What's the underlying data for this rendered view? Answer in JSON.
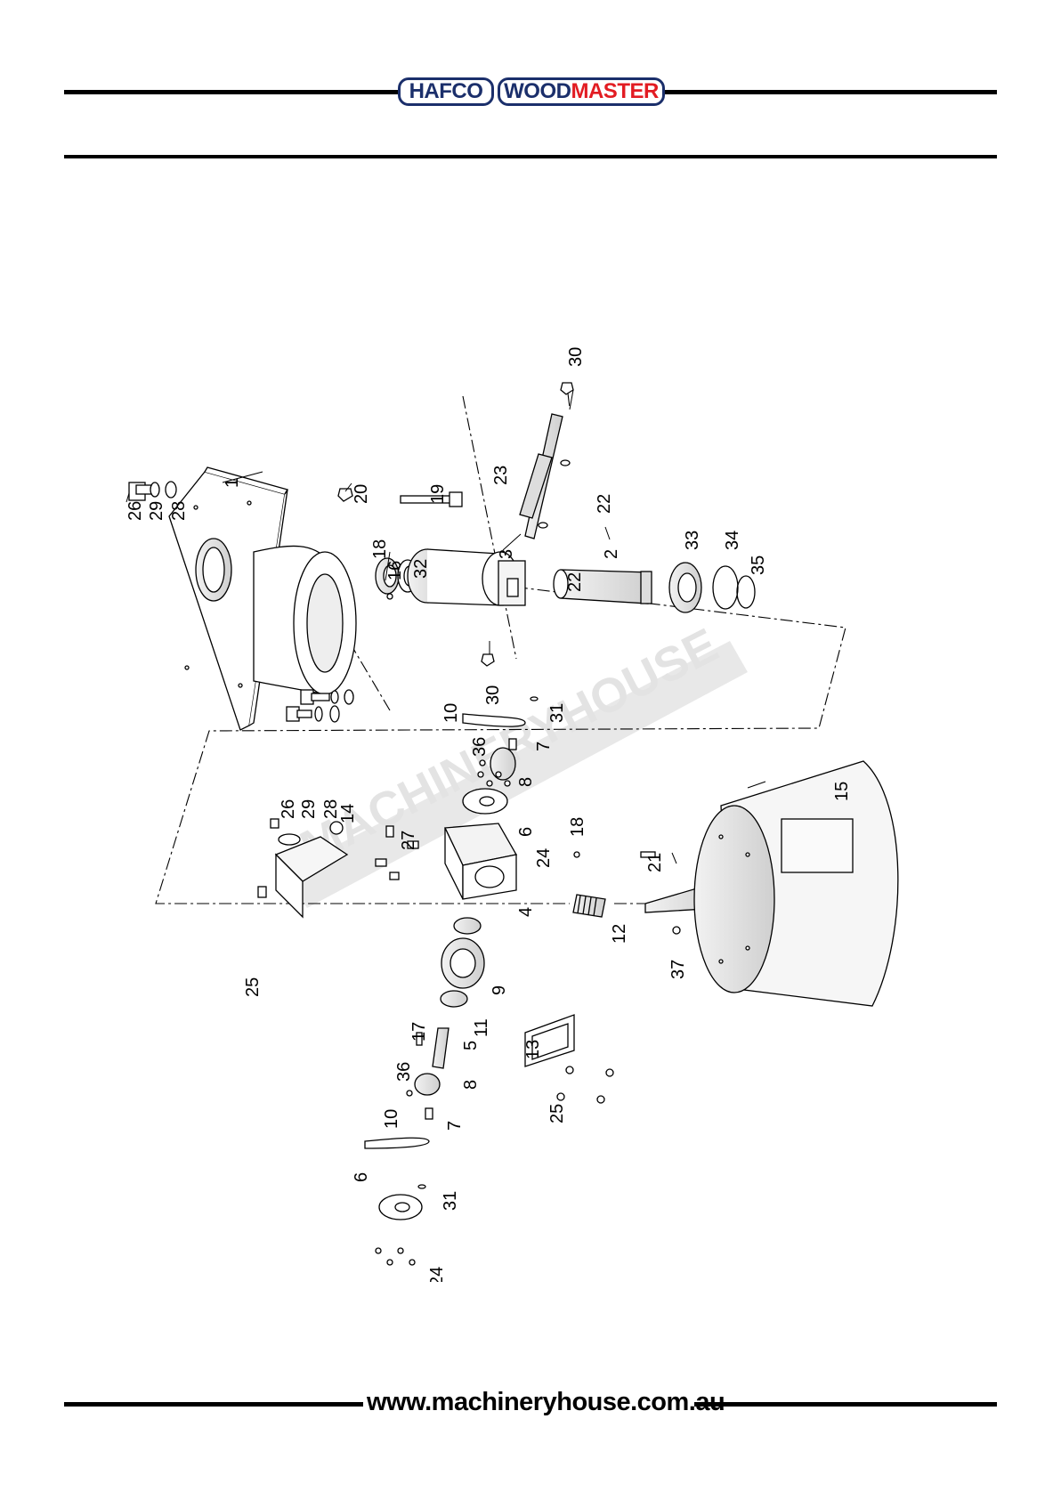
{
  "header": {
    "logo_left": "HAFCO",
    "logo_right_part1": "WOOD",
    "logo_right_part2": "MASTER"
  },
  "diagram": {
    "watermark": "MACHINERYHOUSE",
    "part_labels": [
      "1",
      "2",
      "3",
      "4",
      "5",
      "6",
      "7",
      "8",
      "9",
      "10",
      "11",
      "12",
      "13",
      "14",
      "15",
      "16",
      "17",
      "18",
      "19",
      "20",
      "21",
      "22",
      "23",
      "24",
      "25",
      "26",
      "27",
      "28",
      "29",
      "30",
      "31",
      "32",
      "33",
      "34",
      "35",
      "36",
      "37"
    ]
  },
  "footer": {
    "url": "www.machineryhouse.com.au"
  },
  "colors": {
    "brand_navy": "#1b2f6b",
    "brand_red": "#e21c23",
    "line": "#000000"
  }
}
